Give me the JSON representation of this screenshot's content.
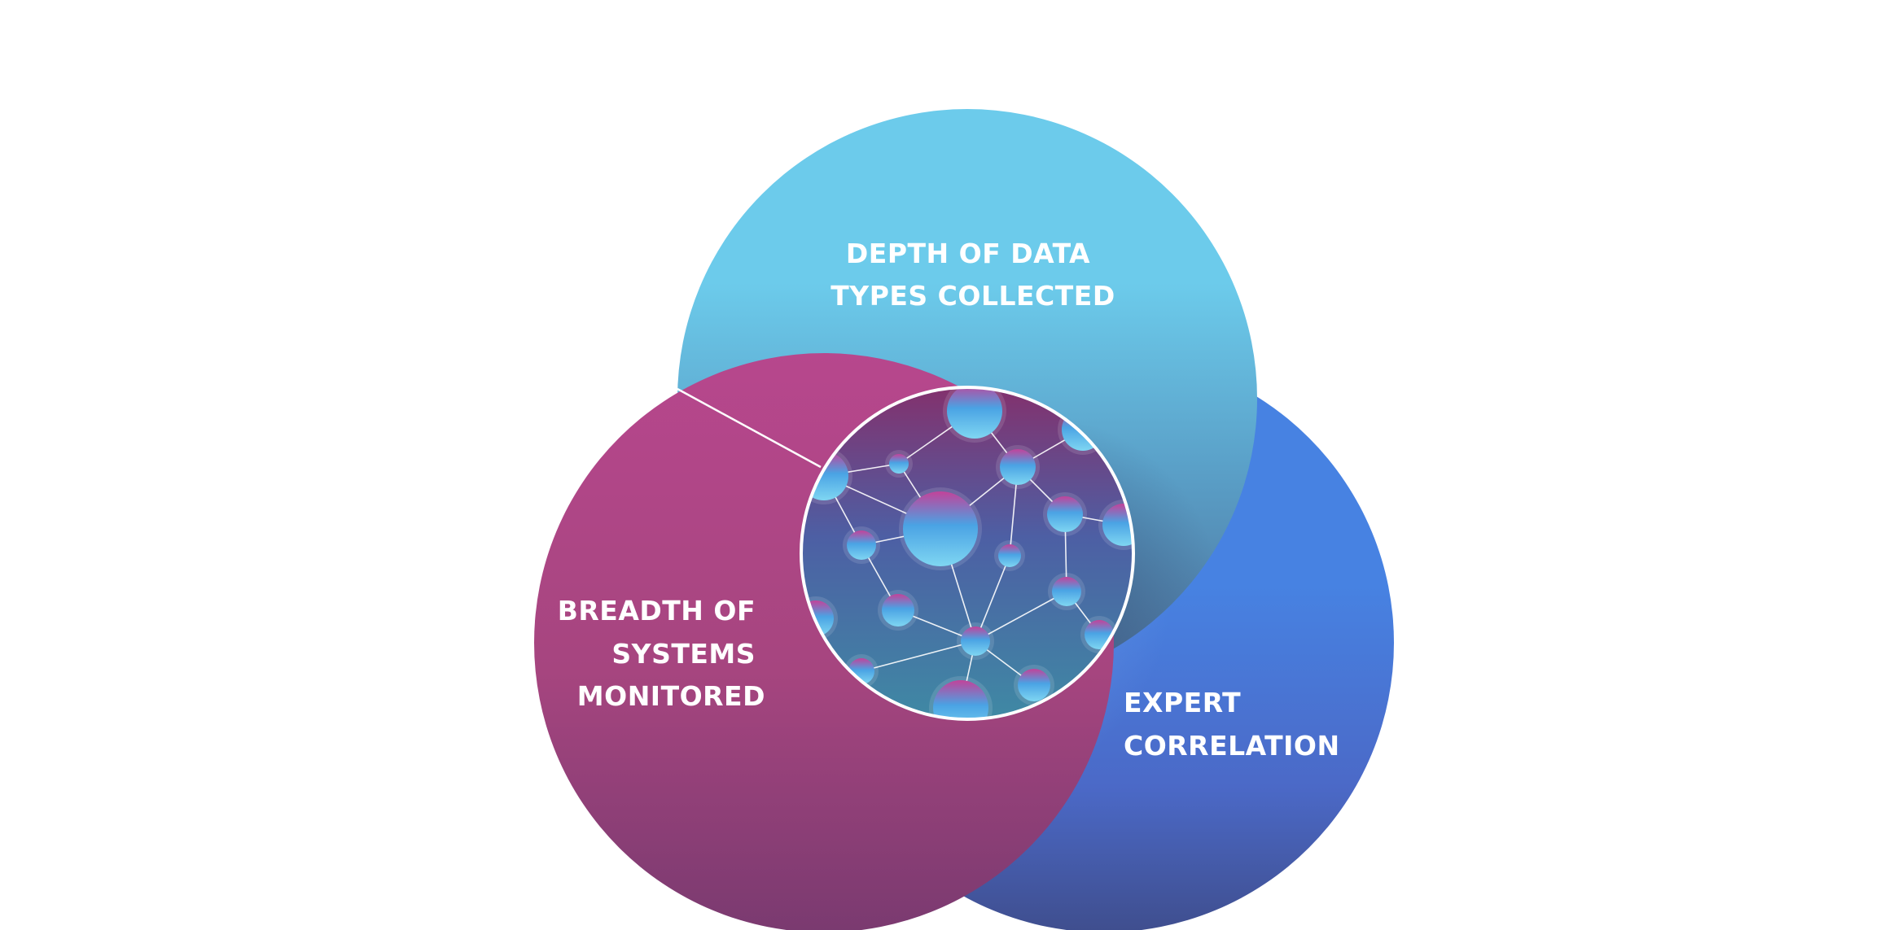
{
  "diagram": {
    "type": "venn",
    "circles": {
      "top": {
        "label_lines": [
          "DEPTH OF DATA",
          "TYPES COLLECTED"
        ],
        "gradient": [
          "#6ccbeb",
          "#5aa0c8",
          "#4c6f98"
        ]
      },
      "left": {
        "label_lines": [
          "BREADTH OF",
          "SYSTEMS",
          "MONITORED"
        ],
        "gradient": [
          "#b7478d",
          "#a6457f",
          "#7a3a70"
        ]
      },
      "right": {
        "label_lines": [
          "EXPERT",
          "CORRELATION"
        ],
        "gradient": [
          "#4782e2",
          "#4b69c7",
          "#3f4e8e"
        ]
      }
    },
    "center": {
      "icon": "network-globe-icon",
      "gradient": [
        "#83316d",
        "#4d5fa4",
        "#3f89a4"
      ],
      "node_gradient": [
        "#c2439a",
        "#4aa3e4",
        "#7fd6f2"
      ],
      "outline_color": "#ffffff"
    }
  }
}
